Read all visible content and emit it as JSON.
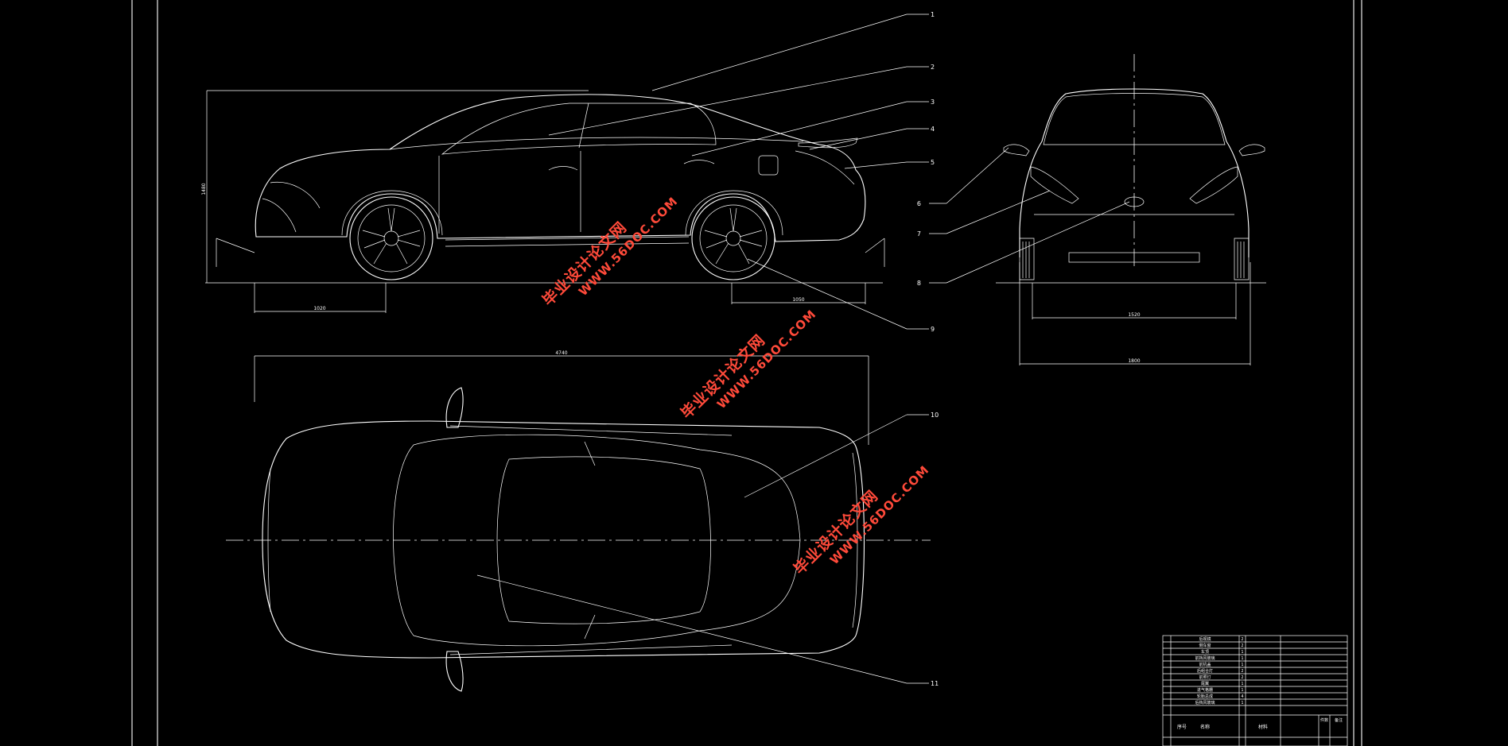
{
  "drawing": {
    "background": "#000000",
    "line_color": "#ffffff",
    "watermark_color": "#ff4a3a",
    "views": [
      "side-view",
      "front-view",
      "top-view"
    ],
    "callouts": [
      "1",
      "2",
      "3",
      "4",
      "5",
      "6",
      "7",
      "8",
      "9",
      "10",
      "11"
    ],
    "dimensions": {
      "side_height": "1480",
      "front_overhang": "1020",
      "rear_overhang": "1050",
      "overall_length": "4740",
      "track_width": "1520",
      "overall_width": "1800"
    }
  },
  "watermark": {
    "cn": "毕业设计论文网",
    "url": "WWW.56DOC.COM"
  },
  "title_block": {
    "parts": [
      "后视镜",
      "侧车窗",
      "车顶",
      "前挡风玻璃",
      "前机盖",
      "后组合灯",
      "前照灯",
      "尾翼",
      "进气格栅",
      "轮胎总成",
      "后挡风玻璃"
    ],
    "qtys": [
      "2",
      "2",
      "1",
      "1",
      "1",
      "2",
      "2",
      "1",
      "1",
      "4",
      "1"
    ],
    "footer": {
      "seq": "序号",
      "name": "名称",
      "material": "材料",
      "qty_label": "件数",
      "remark_label": "备注"
    }
  }
}
